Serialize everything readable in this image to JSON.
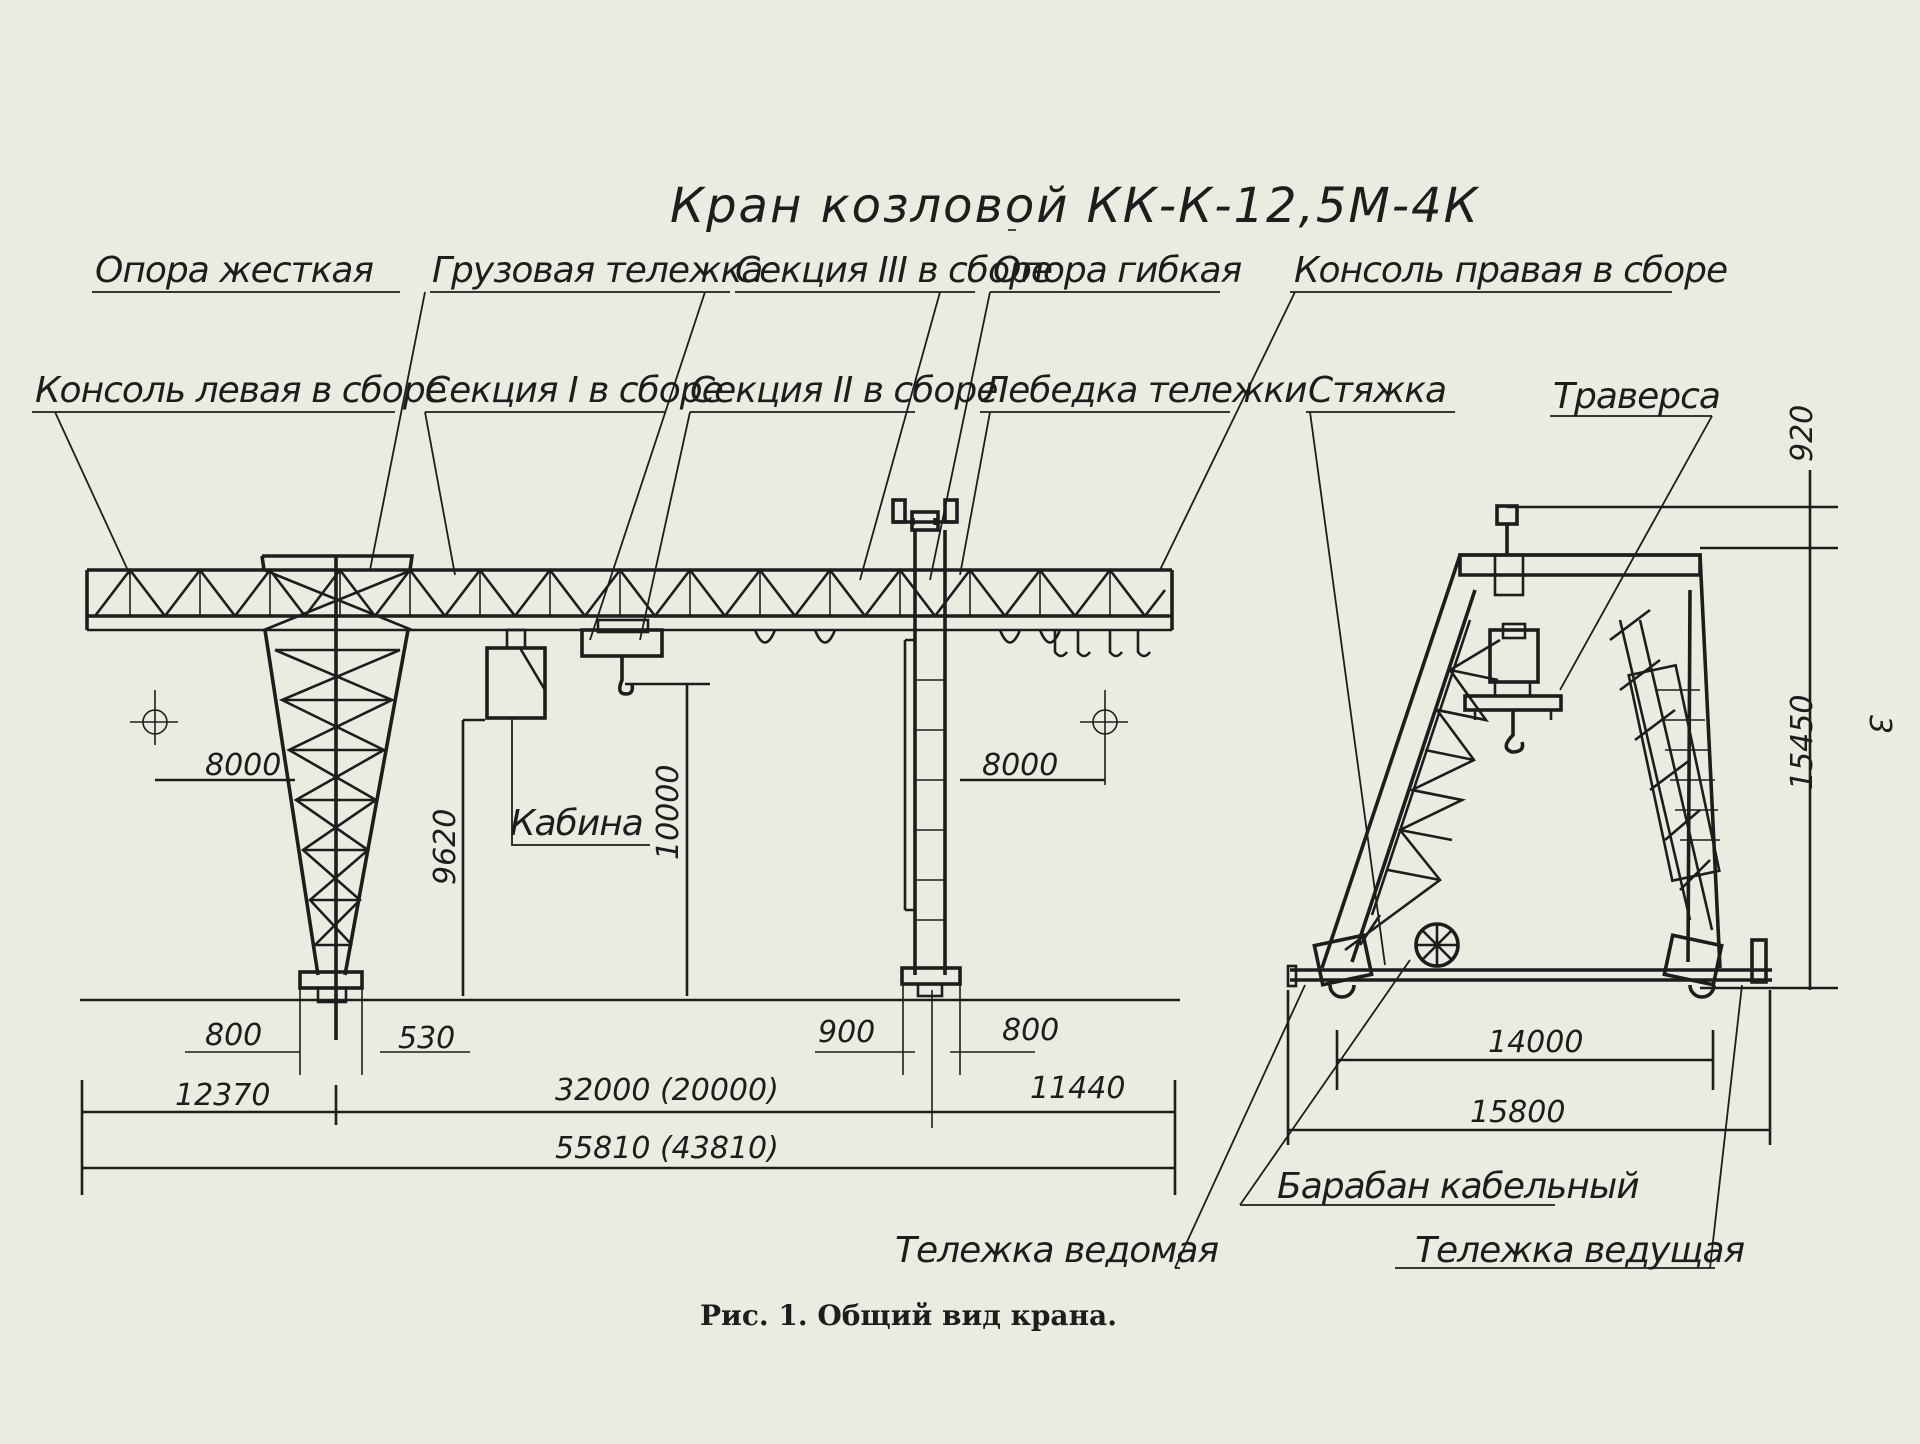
{
  "title": "Кран козловой  КК-К-12,5М-4К",
  "caption": "Рис. 1. Общий вид крана.",
  "page_number": "3",
  "labels": {
    "opora_zhestkaya": "Опора жесткая",
    "gruzovaya_telezhka": "Грузовая тележка",
    "sekciya_3": "Секция III в сборе",
    "opora_gibkaya": "Опора гибкая",
    "konsol_pravaya": "Консоль правая в сборе",
    "konsol_levaya": "Консоль левая в сборе",
    "sekciya_1": "Секция I в сборе",
    "sekciya_2": "Секция II в сборе",
    "lebedka": "Лебедка тележки",
    "styazhka": "Стяжка",
    "traversa": "Траверса",
    "kabina": "Кабина",
    "baraban": "Барабан кабельный",
    "telezhka_vedomaya": "Тележка ведомая",
    "telezhka_vedushchaya": "Тележка ведущая"
  },
  "dimensions": {
    "d8000_left": "8000",
    "d8000_right": "8000",
    "d9620": "9620",
    "d10000": "10000",
    "d800_left": "800",
    "d530": "530",
    "d900": "900",
    "d800_right": "800",
    "d12370": "12370",
    "d32000": "32000 (20000)",
    "d11440": "11440",
    "d55810": "55810 (43810)",
    "d920": "920",
    "d15450": "15450",
    "d14000": "14000",
    "d15800": "15800"
  }
}
